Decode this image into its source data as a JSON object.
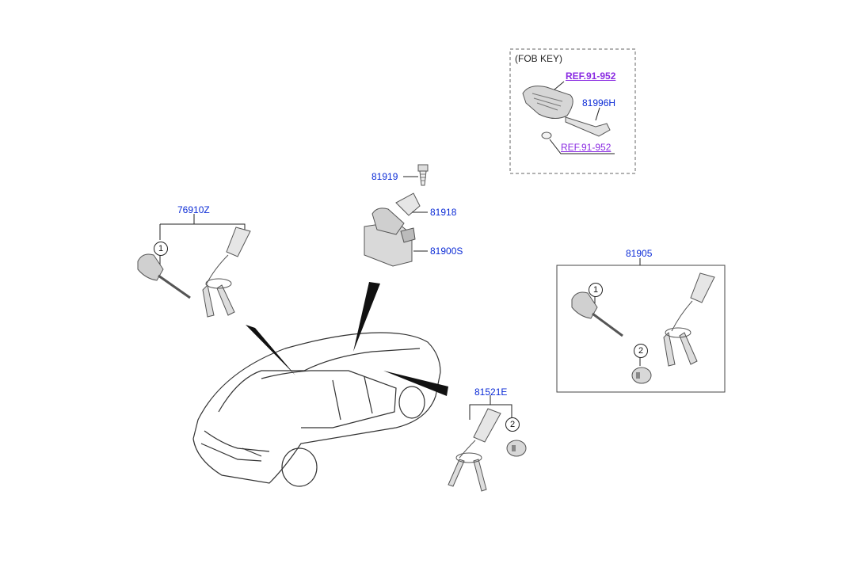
{
  "fob_box": {
    "title": "(FOB KEY)"
  },
  "refs": {
    "ref_top": "REF.91-952",
    "ref_bottom": "REF.91-952"
  },
  "parts": {
    "p81996H": "81996H",
    "p81919": "81919",
    "p81918": "81918",
    "p81900S": "81900S",
    "p76910Z": "76910Z",
    "p81905": "81905",
    "p81521E": "81521E"
  },
  "callouts": {
    "c1a": "1",
    "c1b": "1",
    "c2a": "2",
    "c2b": "2"
  },
  "colors": {
    "part_label": "#0b2bd6",
    "reference_label": "#8a2be2",
    "line_art": "#222222"
  }
}
